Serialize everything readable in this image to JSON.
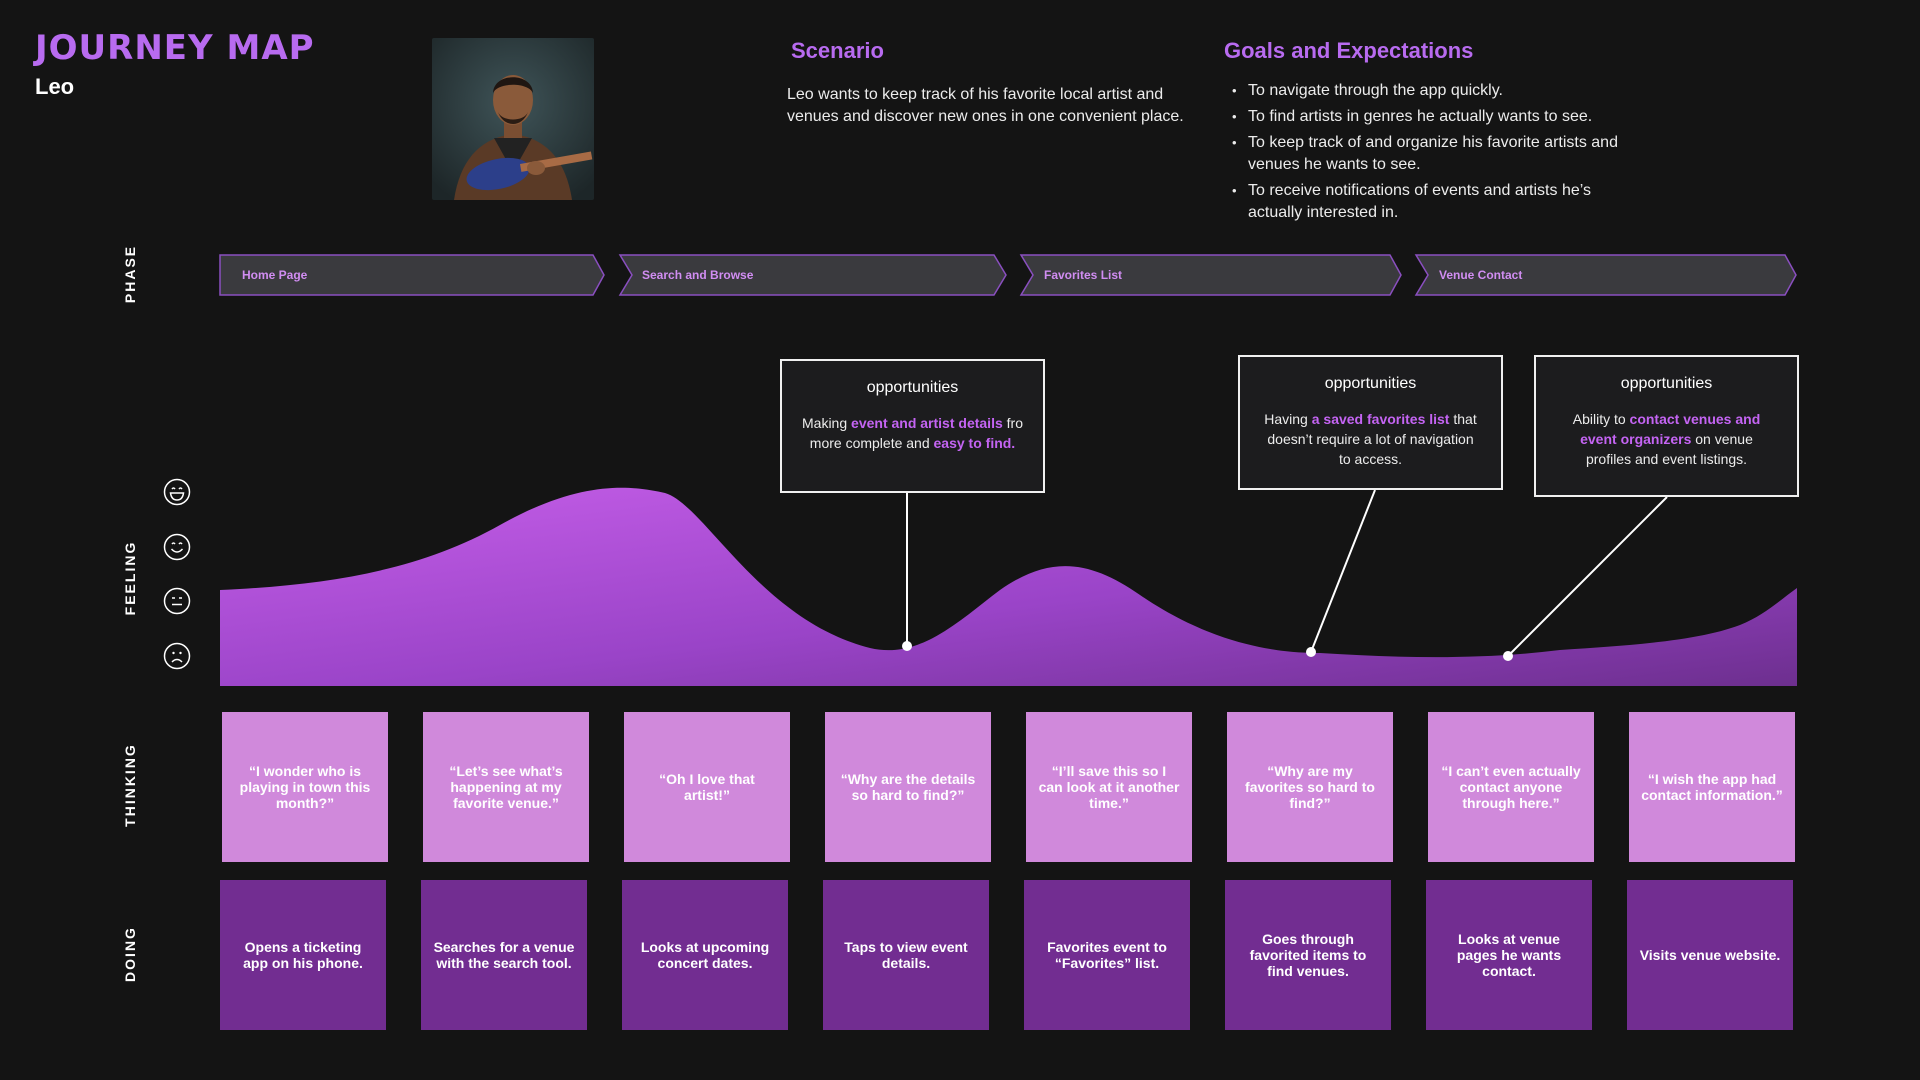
{
  "header": {
    "title": "JOURNEY MAP",
    "persona": "Leo"
  },
  "scenario": {
    "heading": "Scenario",
    "text": "Leo wants to keep track of his favorite local artist and venues and discover new ones in one convenient place."
  },
  "goals": {
    "heading": "Goals and Expectations",
    "items": [
      "To navigate through the app quickly.",
      "To find artists in genres he actually wants to see.",
      "To keep track of and organize his favorite artists and venues he wants to see.",
      "To receive notifications of events and artists he’s actually interested in."
    ]
  },
  "row_labels": {
    "phase": "PHASE",
    "feeling": "FEELING",
    "thinking": "THINKING",
    "doing": "DOING"
  },
  "phases": [
    "Home Page",
    "Search and Browse",
    "Favorites List",
    "Venue Contact"
  ],
  "feeling_faces": [
    "grinning-face-icon",
    "smiling-face-icon",
    "neutral-face-icon",
    "frowning-face-icon"
  ],
  "opportunities": [
    {
      "title": "opportunities",
      "parts": [
        {
          "t": "Making "
        },
        {
          "t": "event and artist details",
          "hl": true
        },
        {
          "t": " fro more complete and "
        },
        {
          "t": "easy to find.",
          "hl": true
        }
      ]
    },
    {
      "title": "opportunities",
      "parts": [
        {
          "t": "Having "
        },
        {
          "t": "a saved favorites list",
          "hl": true
        },
        {
          "t": " that doesn’t require a lot of navigation to access."
        }
      ]
    },
    {
      "title": "opportunities",
      "parts": [
        {
          "t": "Ability to "
        },
        {
          "t": "contact venues and event organizers",
          "hl": true
        },
        {
          "t": " on venue profiles and event listings."
        }
      ]
    }
  ],
  "thinking": [
    "“I wonder who is playing in town this month?”",
    "“Let’s see what’s happening at my favorite venue.”",
    "“Oh I love that artist!”",
    "“Why are the details so hard to find?”",
    "“I’ll save this so I can look at it another time.”",
    "“Why are my favorites so hard to find?”",
    "“I can’t even actually contact anyone through here.”",
    "“I wish the app had contact information.”"
  ],
  "doing": [
    "Opens a ticketing app on his phone.",
    "Searches for a venue with the search tool.",
    "Looks at upcoming concert dates.",
    "Taps to view event details.",
    "Favorites event to “Favorites” list.",
    "Goes through favorited items to find venues.",
    "Looks at venue pages he wants contact.",
    "Visits venue website."
  ],
  "colors": {
    "background": "#141414",
    "accent": "#b86bf0",
    "phase_fill": "#3a3a3e",
    "phase_stroke": "#8a4fc0",
    "thinking_note": "#d089db",
    "doing_note": "#722d91"
  }
}
